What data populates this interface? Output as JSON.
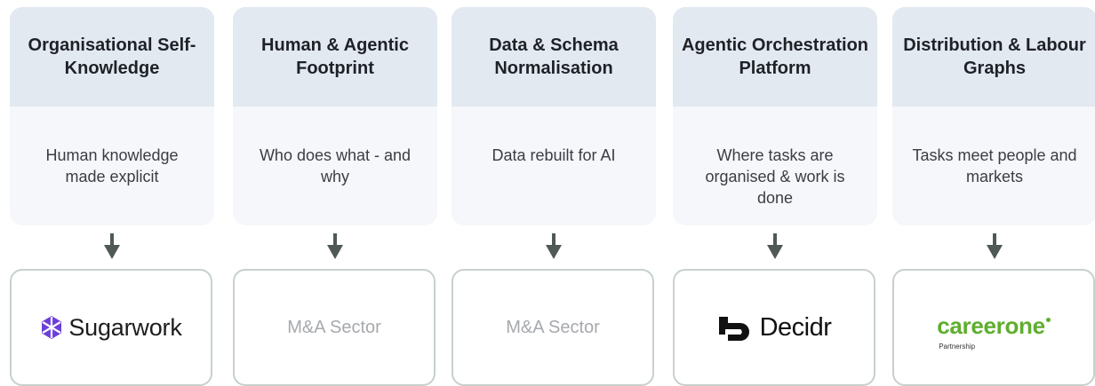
{
  "columns": [
    {
      "title": "Organisational Self-Knowledge",
      "description": "Human knowledge made explicit",
      "logo": {
        "kind": "brand",
        "text": "Sugarwork",
        "icon": "sugarwork-logo-icon"
      }
    },
    {
      "title": "Human & Agentic Footprint",
      "description": "Who does what - and why",
      "logo": {
        "kind": "text",
        "text": "M&A Sector"
      }
    },
    {
      "title": "Data & Schema Normalisation",
      "description": "Data rebuilt for AI",
      "logo": {
        "kind": "text",
        "text": "M&A Sector"
      }
    },
    {
      "title": "Agentic Orchestration Platform",
      "description": "Where tasks are organised & work is done",
      "logo": {
        "kind": "brand",
        "text": "Decidr",
        "icon": "decidr-logo-icon"
      }
    },
    {
      "title": "Distribution & Labour Graphs",
      "description": "Tasks meet people and markets",
      "logo": {
        "kind": "brand",
        "text": "careerone",
        "subtext": "Partnership",
        "icon": "careerone-logo"
      }
    }
  ],
  "colors": {
    "header_bg": "#e3e9f1",
    "card_bg": "#f5f7fa",
    "arrow": "#4f5955",
    "logo_border": "#c7d1cb",
    "sugarwork_purple": "#6b3fd8",
    "careerone_green": "#5fae2e"
  }
}
